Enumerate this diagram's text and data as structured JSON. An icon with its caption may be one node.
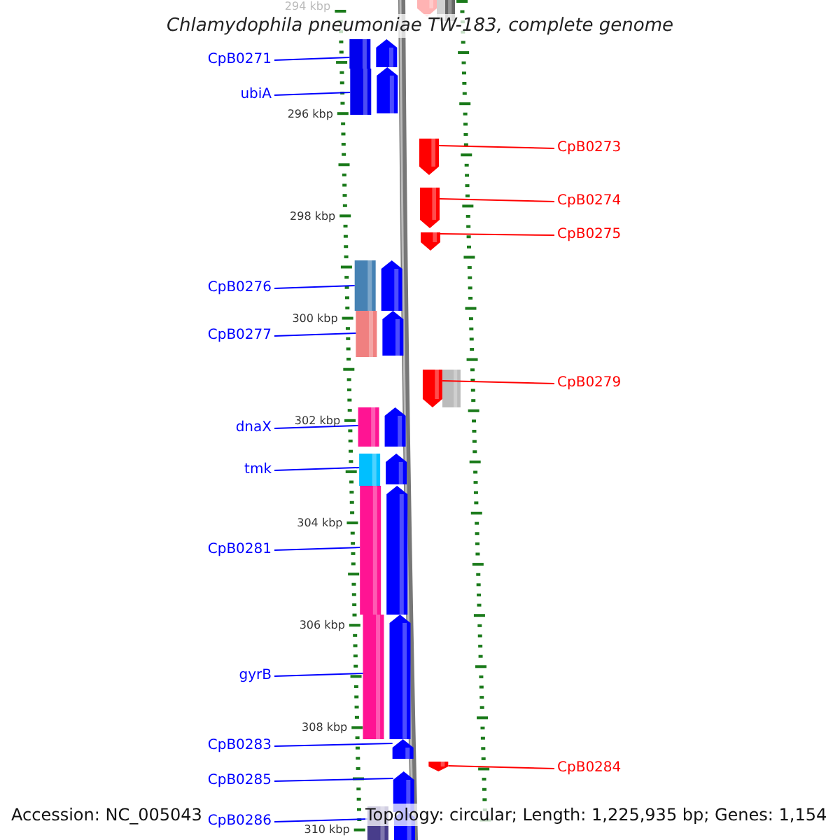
{
  "diagram": {
    "title": "Chlamydophila pneumoniae TW-183, complete genome",
    "nodes": [
      {
        "text": [
          "CpB0271"
        ]
      },
      {
        "text": [
          "ubiA"
        ]
      },
      {
        "text": [
          "CpB0273"
        ]
      },
      {
        "text": [
          "CpB0274"
        ]
      },
      {
        "text": [
          "CpB0275"
        ]
      },
      {
        "text": [
          "CpB0276"
        ]
      },
      {
        "text": [
          "CpB0277"
        ]
      },
      {
        "text": [
          "CpB0279"
        ]
      },
      {
        "text": [
          "dnaX"
        ]
      },
      {
        "text": [
          "tmk"
        ]
      },
      {
        "text": [
          "CpB0281"
        ]
      },
      {
        "text": [
          "gyrB"
        ]
      },
      {
        "text": [
          "CpB0283"
        ]
      },
      {
        "text": [
          "CpB0284"
        ]
      },
      {
        "text": [
          "CpB0285"
        ]
      },
      {
        "text": [
          "CpB0286"
        ]
      },
      {
        "text": [],
        "shape": "bar"
      },
      {
        "text": [],
        "shape": "bar"
      },
      {
        "text": [],
        "shape": "bar"
      },
      {
        "text": [],
        "shape": "bar"
      },
      {
        "text": [],
        "shape": "bar"
      },
      {
        "text": [],
        "shape": "bar"
      },
      {
        "text": [],
        "shape": "bar"
      },
      {
        "text": [],
        "shape": "bar"
      },
      {
        "text": [],
        "shape": "bar"
      },
      {
        "text": [],
        "shape": "bar"
      },
      {
        "text": [],
        "shape": "bar"
      },
      {
        "text": [],
        "shape": "bar"
      },
      {
        "text": [],
        "shape": "bar"
      },
      {
        "text": [],
        "shape": "bar"
      },
      {
        "text": [],
        "shape": "bar"
      },
      {
        "text": [],
        "shape": "bar"
      },
      {
        "text": [],
        "shape": "bar"
      },
      {
        "text": [],
        "shape": "bar"
      },
      {
        "text": [],
        "shape": "bar"
      },
      {
        "text": [],
        "shape": "bar"
      },
      {
        "text": [],
        "shape": "bar"
      },
      {
        "text": [],
        "shape": "bar"
      },
      {
        "text": [],
        "shape": "bar"
      },
      {
        "text": [],
        "shape": "bar"
      },
      {
        "text": [],
        "shape": "bar"
      },
      {
        "text": [],
        "shape": "bar"
      },
      {
        "text": [],
        "shape": "bar"
      },
      {
        "text": [],
        "shape": "bar"
      }
    ],
    "edges": [
      {
        "from": 0,
        "to": 16,
        "arrow": "none"
      },
      {
        "from": 1,
        "to": 17,
        "arrow": "none"
      },
      {
        "from": 2,
        "to": 18,
        "arrow": "none",
        "color": "#ff0000"
      },
      {
        "from": 3,
        "to": 19,
        "arrow": "none",
        "color": "#ff0000"
      },
      {
        "from": 4,
        "to": 20,
        "arrow": "none",
        "color": "#ff0000"
      },
      {
        "from": 5,
        "to": 21,
        "arrow": "none"
      },
      {
        "from": 6,
        "to": 22,
        "arrow": "none"
      },
      {
        "from": 7,
        "to": 23,
        "arrow": "none",
        "color": "#ff0000"
      },
      {
        "from": 8,
        "to": 24,
        "arrow": "none"
      },
      {
        "from": 9,
        "to": 25,
        "arrow": "none"
      },
      {
        "from": 10,
        "to": 26,
        "arrow": "none"
      },
      {
        "from": 11,
        "to": 27,
        "arrow": "none"
      },
      {
        "from": 12,
        "to": 28,
        "arrow": "none"
      },
      {
        "from": 13,
        "to": 29,
        "arrow": "none",
        "color": "#ff0000"
      },
      {
        "from": 14,
        "to": 30,
        "arrow": "none"
      },
      {
        "from": 15,
        "to": 31,
        "arrow": "none"
      }
    ],
    "labels": [
      "294 kbp",
      "296 kbp",
      "298 kbp",
      "300 kbp",
      "302 kbp",
      "304 kbp",
      "306 kbp",
      "308 kbp",
      "310 kbp",
      "Accession: NC_005043",
      "Topology: circular; Length: 1,225,935 bp; Genes: 1,154"
    ]
  }
}
